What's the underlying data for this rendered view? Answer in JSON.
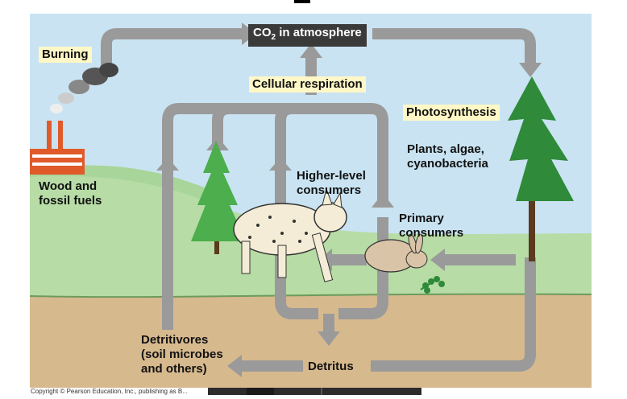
{
  "labels": {
    "co2": "CO",
    "co2_sub": "2",
    "co2_rest": " in atmosphere",
    "cellular_respiration": "Cellular respiration",
    "burning": "Burning",
    "photosynthesis": "Photosynthesis",
    "plants": [
      "Plants, algae,",
      "cyanobacteria"
    ],
    "wood": [
      "Wood and",
      "fossil fuels"
    ],
    "higher": [
      "Higher-level",
      "consumers"
    ],
    "primary": [
      "Primary",
      "consumers"
    ],
    "detritivores": [
      "Detritivores",
      "(soil microbes",
      "and others)"
    ],
    "detritus": "Detritus",
    "copyright": "Copyright © Pearson Education, Inc., publishing as B..."
  },
  "colors": {
    "sky": "#c9e3f2",
    "hill": "#a8d59a",
    "grass": "#b7dca6",
    "soil": "#d7b98e",
    "arrow": "#9a9a9a",
    "label_box": "#fff8c6",
    "co2_box": "#3a3a3a",
    "factory": "#e05a2a",
    "tree": "#2f8a3a",
    "fir": "#4cae4c"
  },
  "icons": [
    "factory-icon",
    "smoke-icon",
    "tree-icon",
    "fir-tree-icon",
    "lynx-icon",
    "rabbit-icon",
    "plant-sprig-icon"
  ]
}
